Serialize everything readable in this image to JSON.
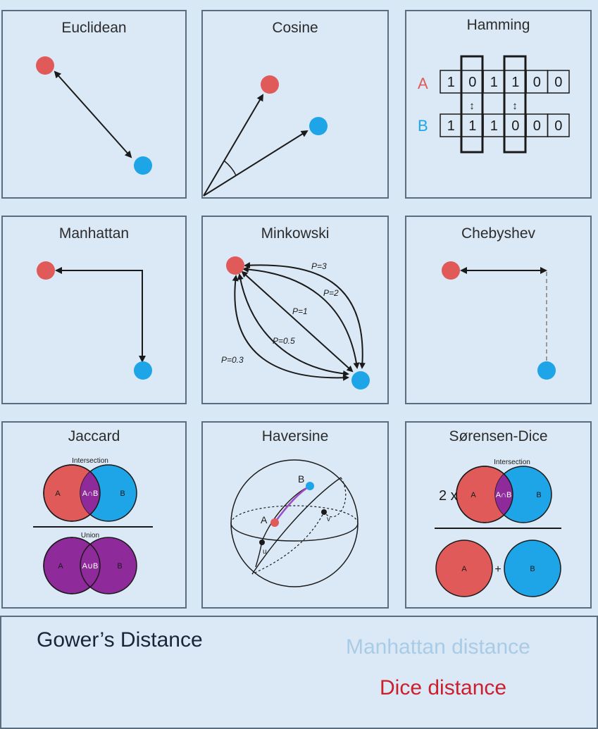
{
  "panels": {
    "euclidean": {
      "title": "Euclidean"
    },
    "cosine": {
      "title": "Cosine"
    },
    "hamming": {
      "title": "Hamming",
      "row_a_label": "A",
      "row_b_label": "B",
      "row_a": [
        "1",
        "0",
        "1",
        "1",
        "0",
        "0"
      ],
      "row_b": [
        "1",
        "1",
        "1",
        "0",
        "0",
        "0"
      ],
      "diff_mark": "↕"
    },
    "manhattan": {
      "title": "Manhattan"
    },
    "minkowski": {
      "title": "Minkowski",
      "p_labels": [
        "P=3",
        "P=2",
        "P=1",
        "P=0.5",
        "P=0.3"
      ]
    },
    "chebyshev": {
      "title": "Chebyshev"
    },
    "jaccard": {
      "title": "Jaccard",
      "intersection_label": "Intersection",
      "union_label": "Union",
      "set_a": "A",
      "set_b": "B",
      "intersection_symbol": "A∩B",
      "union_symbol": "A∪B"
    },
    "haversine": {
      "title": "Haversine",
      "point_a": "A",
      "point_b": "B",
      "point_u": "u",
      "point_v": "v"
    },
    "sorensen_dice": {
      "title": "Sørensen-Dice",
      "intersection_label": "Intersection",
      "multiplier": "2 x",
      "set_a": "A",
      "set_b": "B",
      "intersection_symbol": "A∩B",
      "plus": "+"
    }
  },
  "bottom": {
    "gower": "Gower’s Distance",
    "manhattan": "Manhattan distance",
    "dice": "Dice distance"
  },
  "colors": {
    "red": "#e05a5a",
    "blue": "#1ea5e8",
    "purple": "#8e2a9a",
    "line": "#1a1a1a",
    "panel_bg": "#dbe9f6",
    "border": "#5b6e80",
    "manhattan_text": "#a9cbe6",
    "dice_text": "#cc1f2e"
  }
}
